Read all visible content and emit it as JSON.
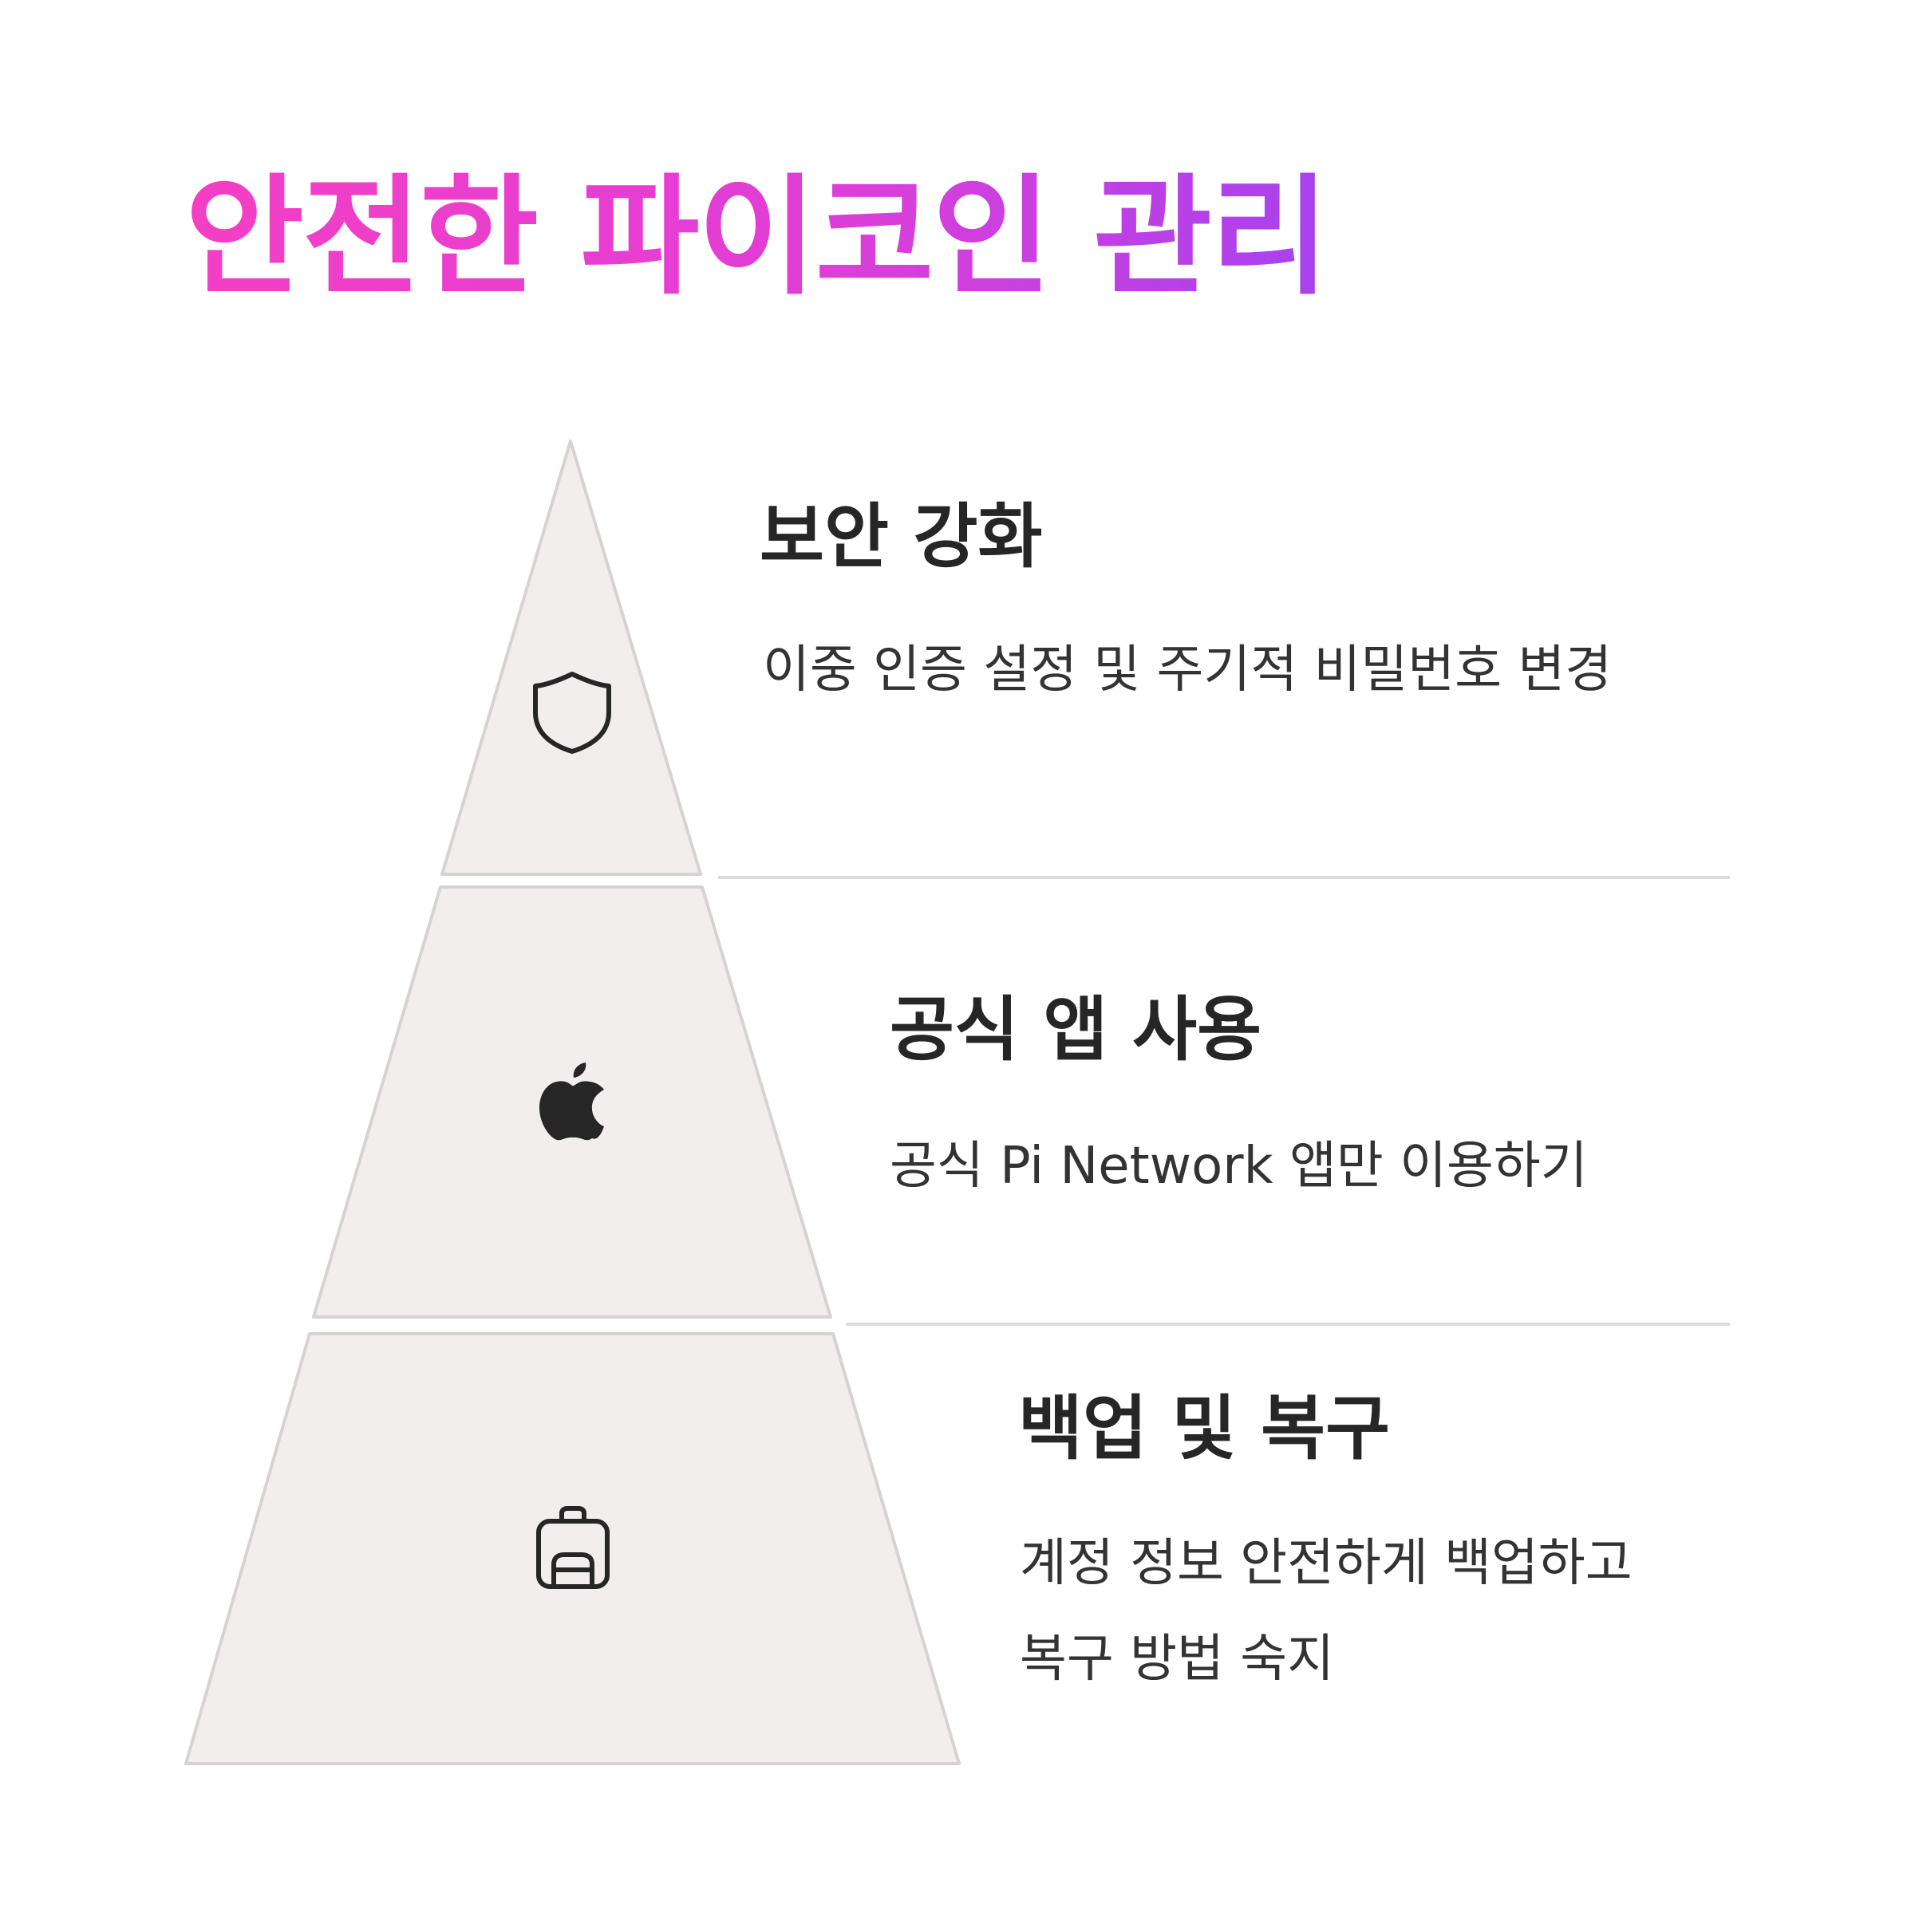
{
  "title": "안전한 파이코인 관리",
  "colors": {
    "title_gradient_start": "#f43fc4",
    "title_gradient_end": "#a742ee",
    "tier_fill": "#f1eeed",
    "tier_stroke": "#d6d3d2",
    "icon": "#262626"
  },
  "levels": [
    {
      "heading": "보안 강화",
      "description": "이중 인증 설정 및 주기적 비밀번호 변경",
      "icon": "shield-icon"
    },
    {
      "heading": "공식 앱 사용",
      "description": "공식 Pi Network 앱만 이용하기",
      "icon": "apple-icon"
    },
    {
      "heading": "백업 및 복구",
      "description": "계정 정보 안전하게 백업하고 복구 방법 숙지",
      "icon": "backpack-icon"
    }
  ]
}
